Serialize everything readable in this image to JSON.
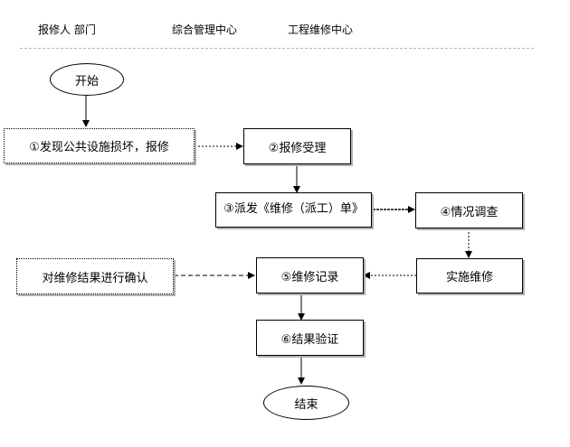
{
  "header": {
    "dept_reporter": "报修人 部门",
    "dept_admin": "综合管理中心",
    "dept_maintenance": "工程维修中心"
  },
  "nodes": {
    "start": "开始",
    "step1": "①发现公共设施损坏，报修",
    "step2": "②报修受理",
    "step3": "③派发《维修（派工）单》",
    "step4": "④情况调查",
    "implement": "实施维修",
    "confirm": "对维修结果进行确认",
    "step5": "⑤维修记录",
    "step6": "⑥结果验证",
    "end": "结束"
  }
}
